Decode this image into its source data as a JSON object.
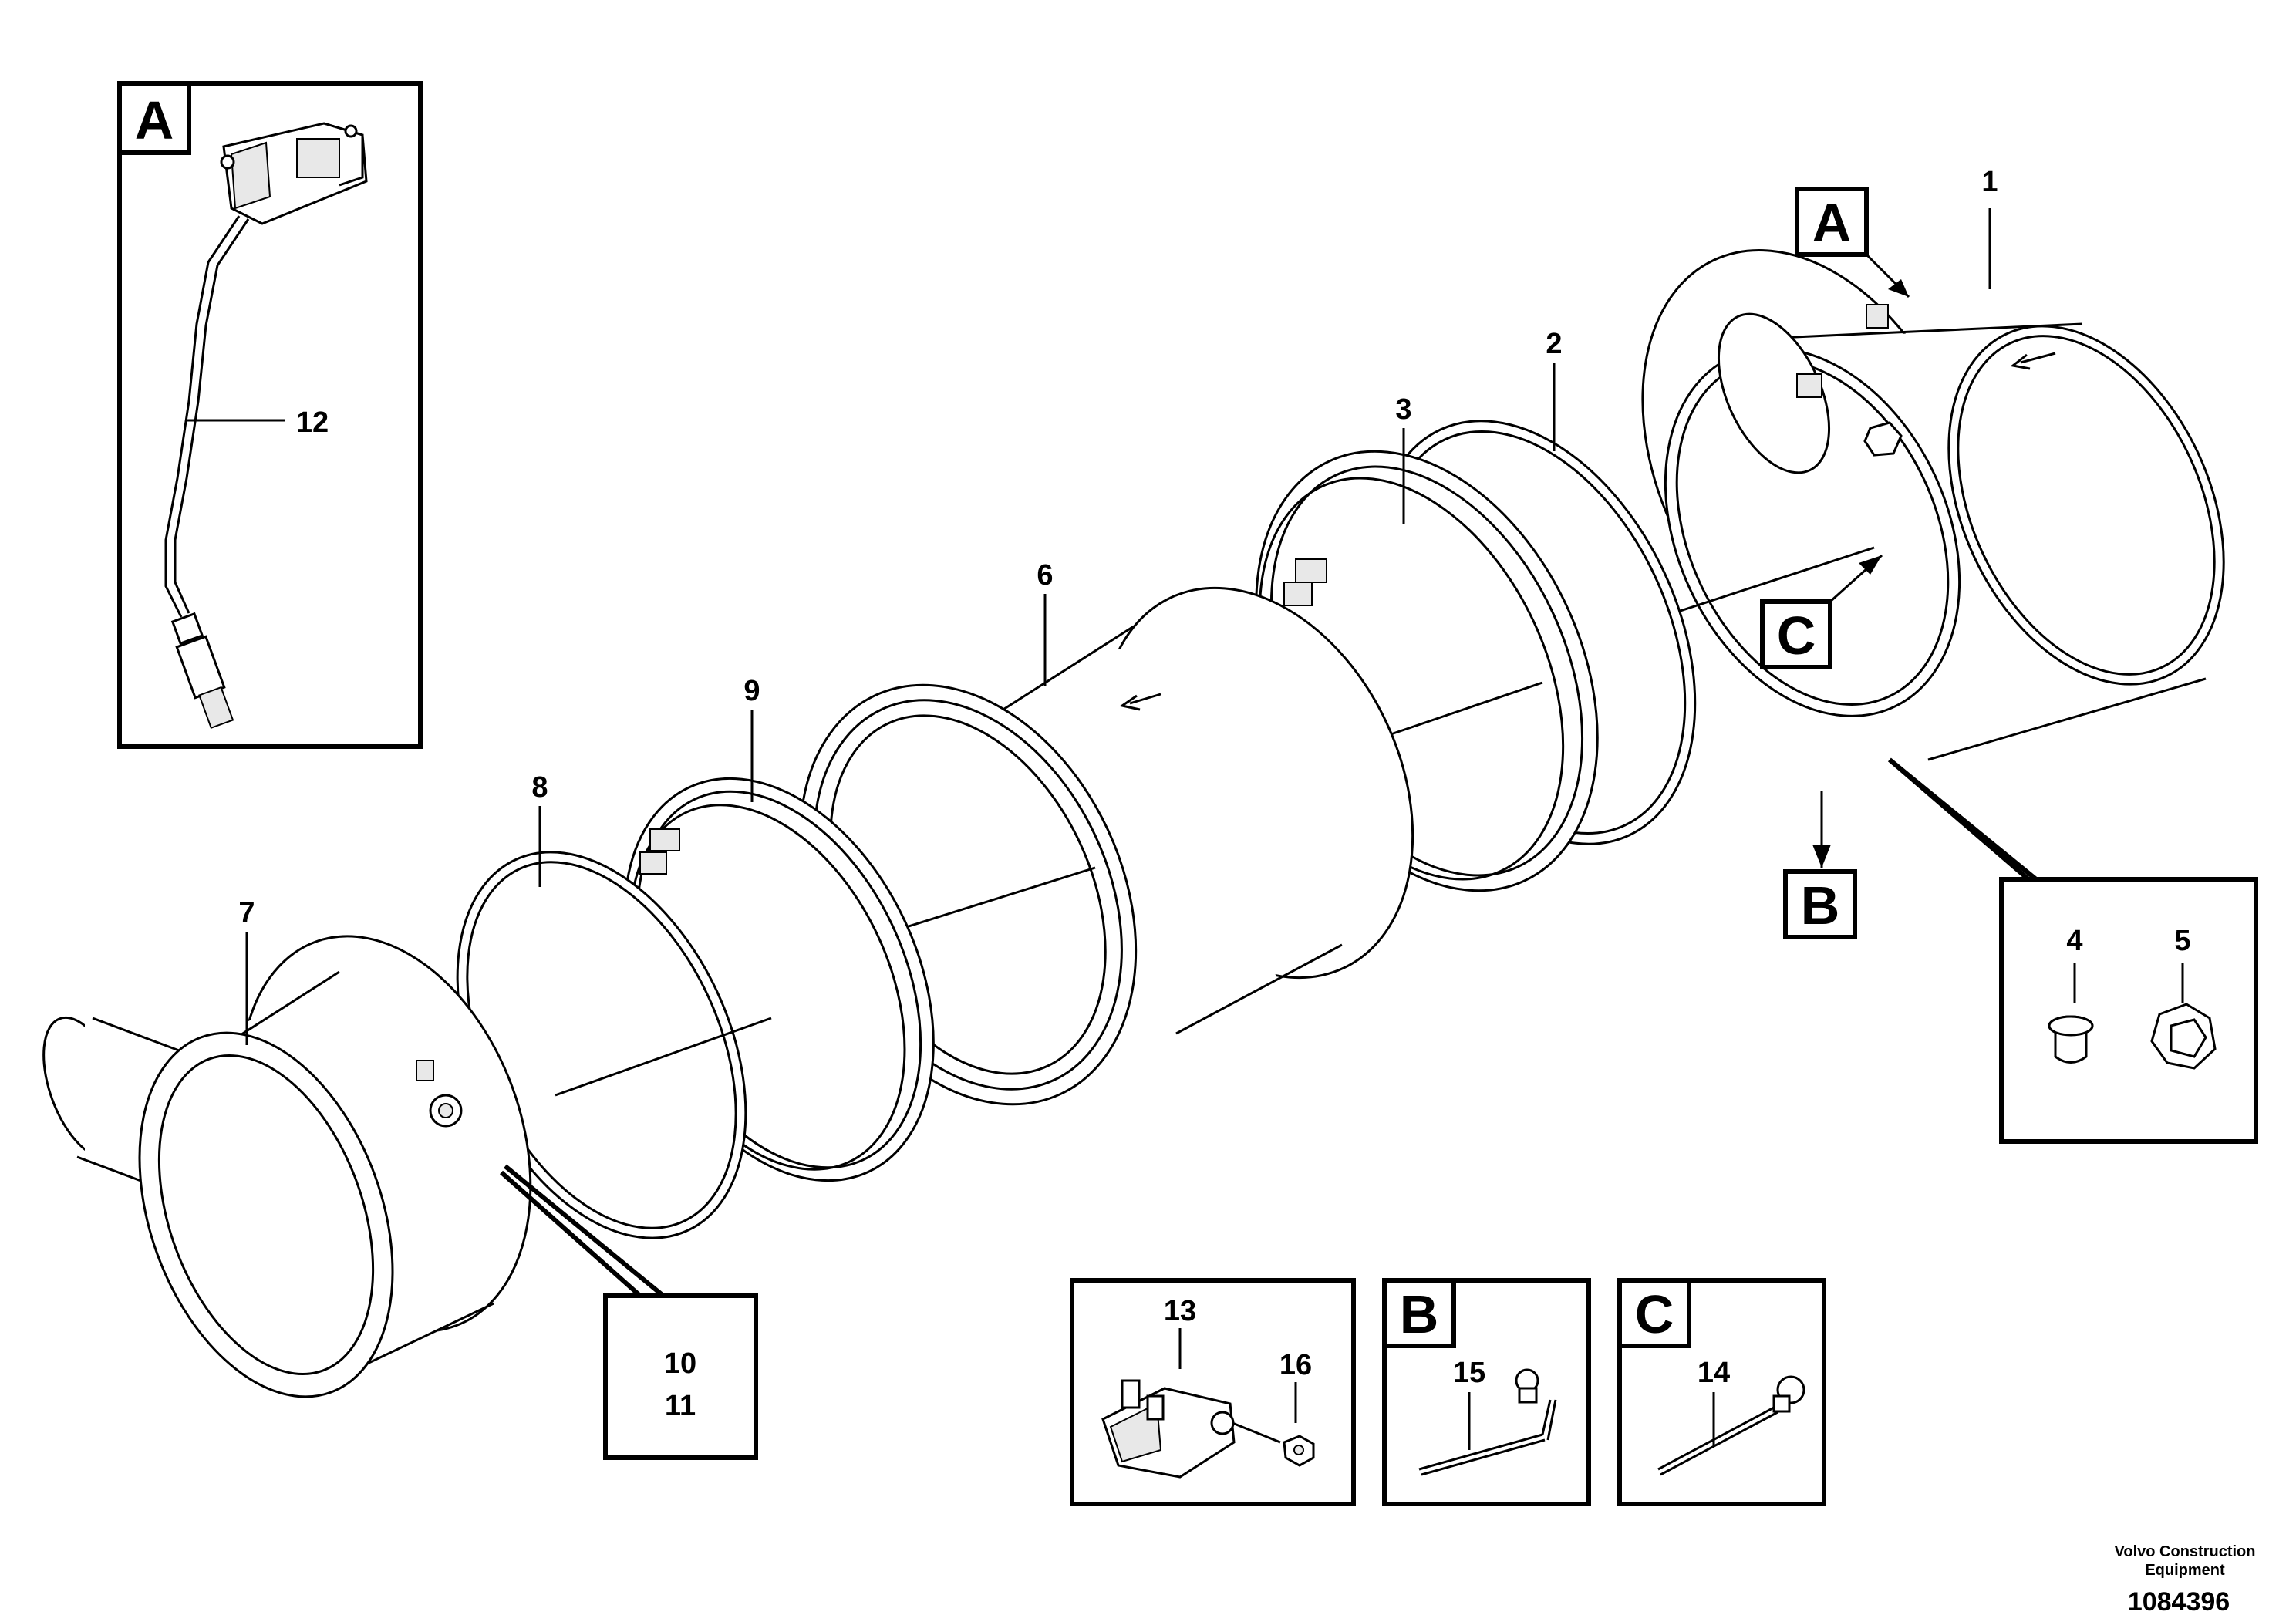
{
  "callouts": {
    "c1": "1",
    "c2": "2",
    "c3": "3",
    "c4": "4",
    "c5": "5",
    "c6": "6",
    "c7": "7",
    "c8": "8",
    "c9": "9",
    "c10": "10",
    "c11": "11",
    "c12": "12",
    "c13": "13",
    "c14": "14",
    "c15": "15",
    "c16": "16"
  },
  "view_labels": {
    "a_inset": "A",
    "a_pointer": "A",
    "b_pointer": "B",
    "b_inset": "B",
    "c_pointer": "C",
    "c_inset": "C"
  },
  "footer": {
    "brand_line1": "Volvo Construction",
    "brand_line2": "Equipment",
    "drawing_number": "1084396"
  }
}
